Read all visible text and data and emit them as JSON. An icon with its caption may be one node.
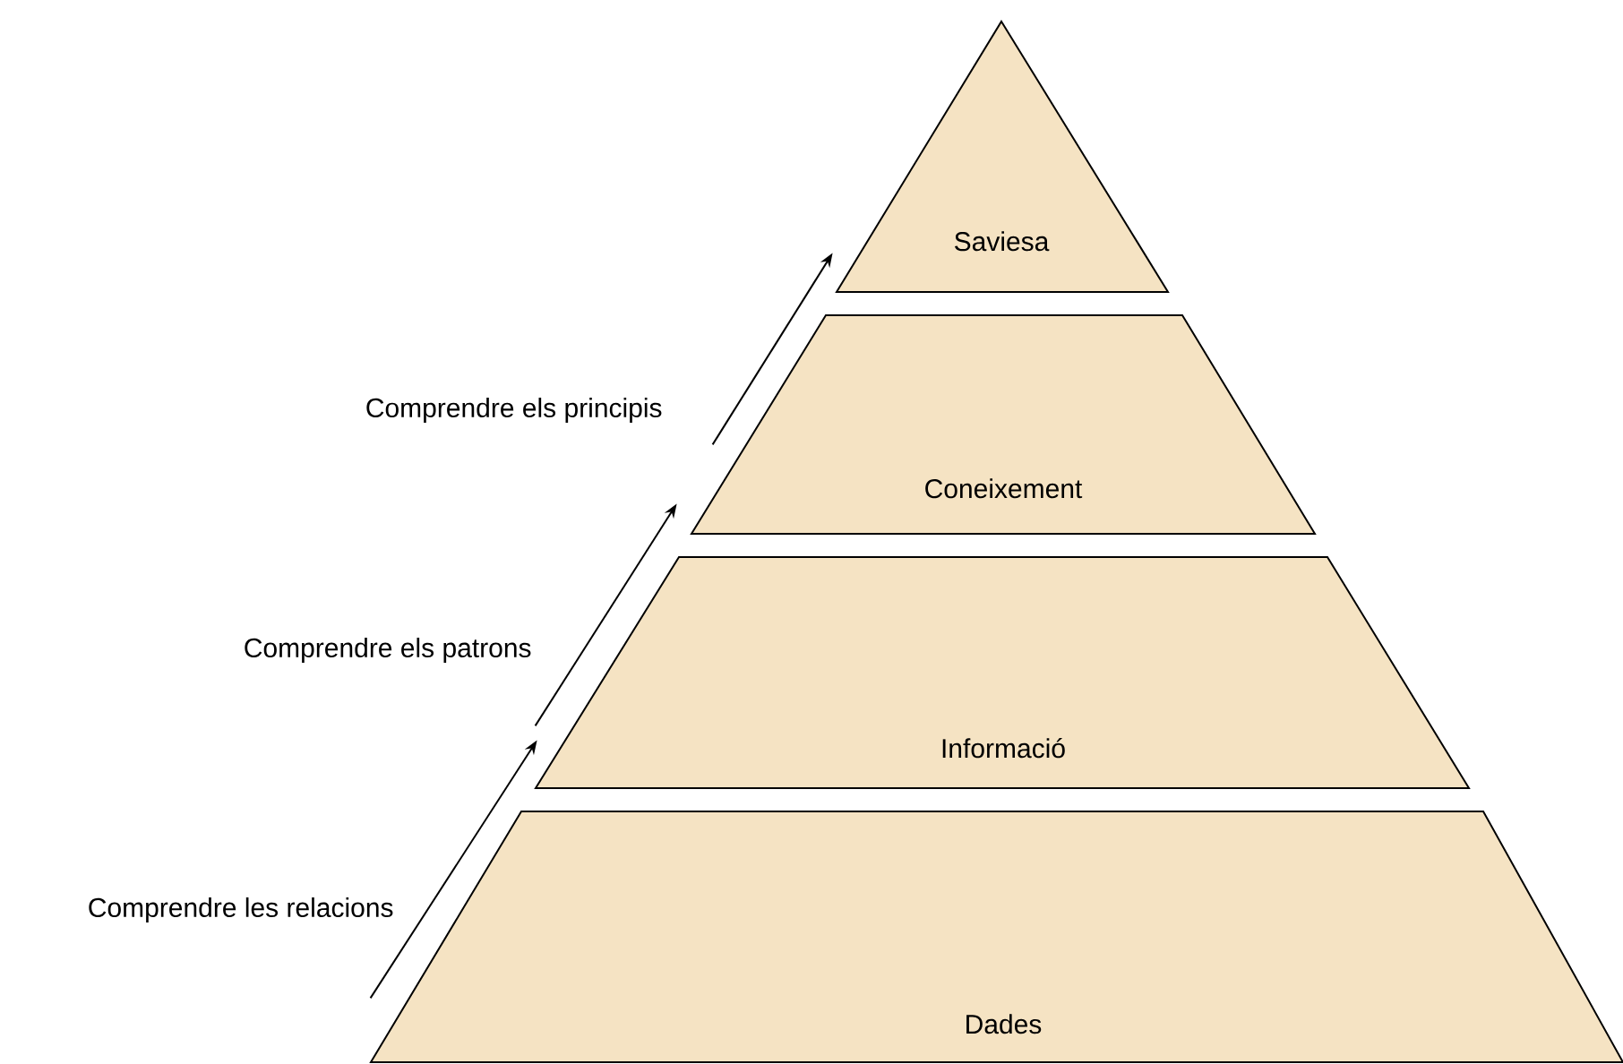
{
  "diagram": {
    "nodes": [
      {
        "text": [
          "Saviesa"
        ]
      },
      {
        "text": [
          "Coneixement"
        ]
      },
      {
        "text": [
          "Informació"
        ]
      },
      {
        "text": [
          "Dades"
        ]
      }
    ],
    "edges": [
      {
        "from": 3,
        "to": 2,
        "arrow": "to",
        "label": "Comprendre les relacions"
      },
      {
        "from": 2,
        "to": 1,
        "arrow": "to",
        "label": "Comprendre els patrons"
      },
      {
        "from": 1,
        "to": 0,
        "arrow": "to",
        "label": "Comprendre els principis"
      }
    ]
  }
}
